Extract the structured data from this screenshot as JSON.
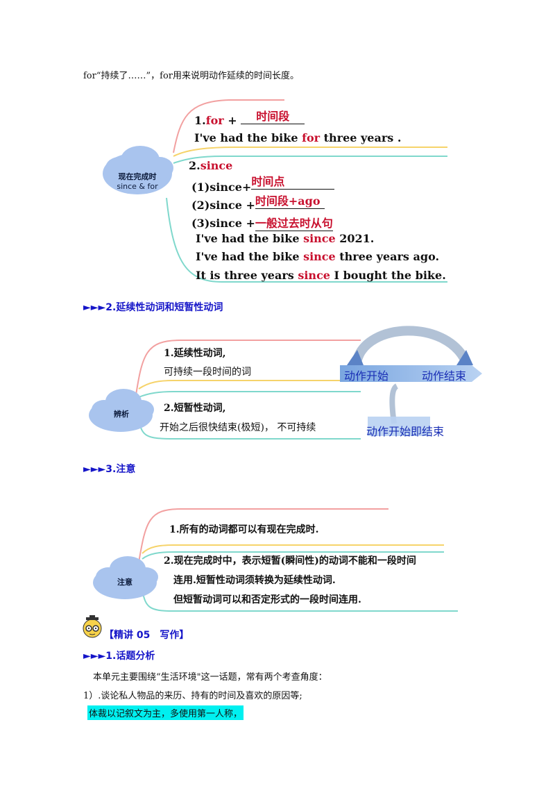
{
  "intro": "for“持续了……”，for用来说明动作延续的时间长度。",
  "mindmap1": {
    "cloud_line1": "现在完成时",
    "cloud_line2": "since & for",
    "for_label": "1.for +",
    "for_blank": "时间段",
    "for_example_pre": "I've had the bike ",
    "for_example_kw": "for",
    "for_example_post": " three years .",
    "since_num": "2.",
    "since_kw": "since",
    "rule1": "(1)since+",
    "rule1_blank": "时间点",
    "rule2": "(2)since +",
    "rule2_blank": "时间段+ago",
    "rule3": "(3)since +",
    "rule3_blank": "一般过去时从句",
    "ex1_pre": "I've had the bike ",
    "ex1_kw": "since",
    "ex1_post": " 2021.",
    "ex2_pre": "I've had the bike ",
    "ex2_kw": "since",
    "ex2_post": " three years ago.",
    "ex3_pre": "It is three years ",
    "ex3_kw": "since",
    "ex3_post": " I bought the bike."
  },
  "section2_title": "►►►2.延续性动词和短暂性动词",
  "mindmap2": {
    "cloud": "辨析",
    "item1_line1": "1.延续性动词,",
    "item1_line2": "可持续一段时间的词",
    "item2_line1": "2.短暂性动词,",
    "item2_line2": "开始之后很快结束(极短)，  不可持续",
    "arrow1_start": "动作开始",
    "arrow1_end": "动作结束",
    "arrow2_label": "动作开始即结束"
  },
  "section3_title": "►►►3.注意",
  "mindmap3": {
    "cloud": "注意",
    "item1": "1.所有的动词都可以有现在完成时.",
    "item2_line1": "2.现在完成时中，表示短暂(瞬间性)的动词不能和一段时间",
    "item2_line2": "连用.短暂性动词须转换为延续性动词.",
    "item2_line3": "但短暂动词可以和否定形式的一段时间连用."
  },
  "lecture_heading": "【精讲 05　写作】",
  "section4_title": "►►►1.话题分析",
  "para1": "本单元主要围绕“生活环境\"这一话题，常有两个考查角度：",
  "para2": "1）.谈论私人物品的来历、持有的时间及喜欢的原因等;",
  "para3": "体裁以记叙文为主，多使用第一人称，",
  "colors": {
    "red": "#c8102e",
    "blue": "#1515c8",
    "cloud": "#a9c4ee",
    "highlight": "#00f0f0"
  }
}
